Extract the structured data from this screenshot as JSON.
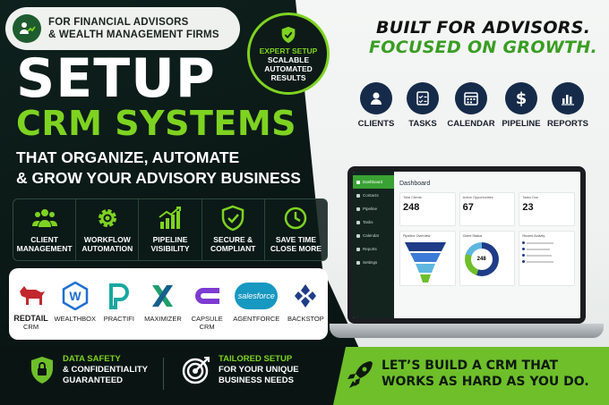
{
  "header": {
    "pill_text": [
      "FOR FINANCIAL ADVISORS",
      "& WEALTH MANAGEMENT FIRMS"
    ],
    "title": "SETUP",
    "subtitle": "CRM SYSTEMS",
    "tagline_1": "THAT ORGANIZE, AUTOMATE",
    "tagline_2": "& GROW YOUR ADVISORY BUSINESS"
  },
  "badge": {
    "line1": "EXPERT SETUP",
    "line2": "SCALABLE",
    "line3": "AUTOMATED",
    "line4": "RESULTS"
  },
  "right_heading": {
    "line1": "BUILT FOR ADVISORS.",
    "line2": "FOCUSED ON GROWTH."
  },
  "features": [
    {
      "label": "CLIENTS",
      "icon": "users-icon"
    },
    {
      "label": "TASKS",
      "icon": "checklist-icon"
    },
    {
      "label": "CALENDAR",
      "icon": "calendar-icon"
    },
    {
      "label": "PIPELINE",
      "icon": "dollar-icon"
    },
    {
      "label": "REPORTS",
      "icon": "bar-chart-icon"
    }
  ],
  "benefits": [
    {
      "line1": "CLIENT",
      "line2": "MANAGEMENT",
      "icon": "group-icon"
    },
    {
      "line1": "WORKFLOW",
      "line2": "AUTOMATION",
      "icon": "gear-icon"
    },
    {
      "line1": "PIPELINE",
      "line2": "VISIBILITY",
      "icon": "growth-chart-icon"
    },
    {
      "line1": "SECURE &",
      "line2": "COMPLIANT",
      "icon": "shield-check-icon"
    },
    {
      "line1": "SAVE TIME",
      "line2": "CLOSE MORE",
      "icon": "clock-icon"
    }
  ],
  "platforms": [
    {
      "name1": "REDTAIL",
      "name2": "CRM",
      "color": "#c0282d"
    },
    {
      "name1": "WEALTHBOX",
      "name2": "",
      "color": "#1f6fd1"
    },
    {
      "name1": "PRACTIFI",
      "name2": "",
      "color": "#18a7a0"
    },
    {
      "name1": "MAXIMIZER",
      "name2": "",
      "color": "#1e9e6c"
    },
    {
      "name1": "CAPSULE",
      "name2": "CRM",
      "color": "#7c3bd1"
    },
    {
      "name1": "AGENTFORCE",
      "name2": "",
      "color": "#1798c1"
    },
    {
      "name1": "BACKSTOP",
      "name2": "",
      "color": "#1f3c88"
    }
  ],
  "platform_logo_text": {
    "salesforce": "salesforce"
  },
  "bottom": {
    "safety_1": "DATA SAFETY",
    "safety_2": "& CONFIDENTIALITY",
    "safety_3": "GUARANTEED",
    "tailored_1": "TAILORED SETUP",
    "tailored_2": "FOR YOUR UNIQUE",
    "tailored_3": "BUSINESS NEEDS",
    "cta_1": "LET’S BUILD A CRM THAT",
    "cta_2": "WORKS AS HARD AS YOU DO."
  },
  "dashboard": {
    "title": "Dashboard",
    "nav": [
      "Dashboard",
      "Contacts",
      "Pipeline",
      "Tasks",
      "Calendar",
      "Reports",
      "Settings"
    ],
    "cards": [
      {
        "label": "Total Clients",
        "value": "248"
      },
      {
        "label": "Active Opportunities",
        "value": "67"
      },
      {
        "label": "Tasks Due",
        "value": "23"
      }
    ],
    "panels": [
      "Pipeline Overview",
      "Client Status",
      "Recent Activity"
    ],
    "donut_value": "248"
  },
  "colors": {
    "accent_green": "#7ed321",
    "dark_bg": "#0c1a17",
    "navy": "#162b4a"
  }
}
